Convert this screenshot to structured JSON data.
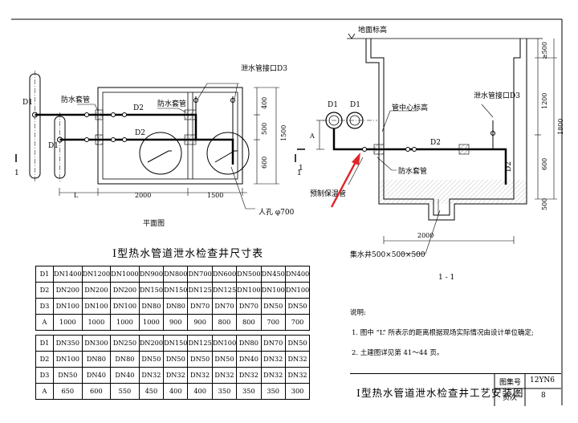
{
  "plan": {
    "title": "平面图",
    "labels": {
      "drain_outlet": "泄水管接口D3",
      "sleeve_left": "防水套管",
      "sleeve_mid": "防水套管",
      "d1_a": "D1",
      "d1_b": "D1",
      "d2_a": "D2",
      "d2_b": "D2",
      "manhole": "人孔 φ700",
      "section_mark_a": "1",
      "section_mark_b": "1",
      "dim_L": "L",
      "dim_2000": "2000",
      "dim_1500": "1500",
      "dim_400": "400",
      "dim_500": "500",
      "dim_600": "600",
      "dim_1500v": "1500"
    }
  },
  "section": {
    "title": "1 - 1",
    "labels": {
      "ground": "地面标高",
      "pipe_center": "管中心标高",
      "drain_outlet": "泄水管接口D3",
      "sleeve": "防水套管",
      "insulation": "预制保温管",
      "sump": "集水井500×500×500",
      "d1_a": "D1",
      "d1_b": "D1",
      "d2": "D2",
      "d2_v": "D2",
      "dim_A": "A",
      "dim_gt500": "≥500",
      "dim_1200": "1200",
      "dim_1800": "1800",
      "dim_600": "600",
      "dim_500": "500",
      "dim_2000": "2000"
    }
  },
  "size_table": {
    "title": "I型热水管道泄水检查井尺寸表",
    "group1": [
      {
        "h": "D1",
        "v": [
          "DN1400",
          "DN1200",
          "DN1000",
          "DN900",
          "DN800",
          "DN700",
          "DN600",
          "DN500",
          "DN450",
          "DN400"
        ]
      },
      {
        "h": "D2",
        "v": [
          "DN200",
          "DN200",
          "DN200",
          "DN150",
          "DN150",
          "DN125",
          "DN125",
          "DN100",
          "DN100",
          "DN100"
        ]
      },
      {
        "h": "D3",
        "v": [
          "DN100",
          "DN100",
          "DN100",
          "DN80",
          "DN80",
          "DN70",
          "DN70",
          "DN70",
          "DN50",
          "DN50"
        ]
      },
      {
        "h": "A",
        "v": [
          "1000",
          "1000",
          "1000",
          "1000",
          "900",
          "900",
          "800",
          "800",
          "700",
          "700"
        ]
      }
    ],
    "group2": [
      {
        "h": "D1",
        "v": [
          "DN350",
          "DN300",
          "DN250",
          "DN200",
          "DN150",
          "DN125",
          "DN100",
          "DN80",
          "DN70",
          "DN50"
        ]
      },
      {
        "h": "D2",
        "v": [
          "DN100",
          "DN80",
          "DN80",
          "DN50",
          "DN50",
          "DN50",
          "DN50",
          "DN40",
          "DN32",
          "DN32"
        ]
      },
      {
        "h": "D3",
        "v": [
          "DN50",
          "DN40",
          "DN40",
          "DN32",
          "DN32",
          "DN32",
          "DN32",
          "DN32",
          "DN32",
          "DN32"
        ]
      },
      {
        "h": "A",
        "v": [
          "650",
          "600",
          "550",
          "450",
          "400",
          "400",
          "350",
          "350",
          "350",
          "300"
        ]
      }
    ]
  },
  "notes": {
    "heading": "说明:",
    "items": [
      "1. 图中 “L” 所表示的距离根据现场实际情况由设计单位确定;",
      "2. 土建图详见第 41～44 页。"
    ]
  },
  "title_block": {
    "title": "I型热水管道泄水检查井工艺安装图",
    "atlas_label": "图集号",
    "atlas_value": "12YN6",
    "page_label": "页次",
    "page_value": "8"
  },
  "colors": {
    "arrow": "#e0262b",
    "line": "#000000",
    "hatch": "#555555"
  }
}
